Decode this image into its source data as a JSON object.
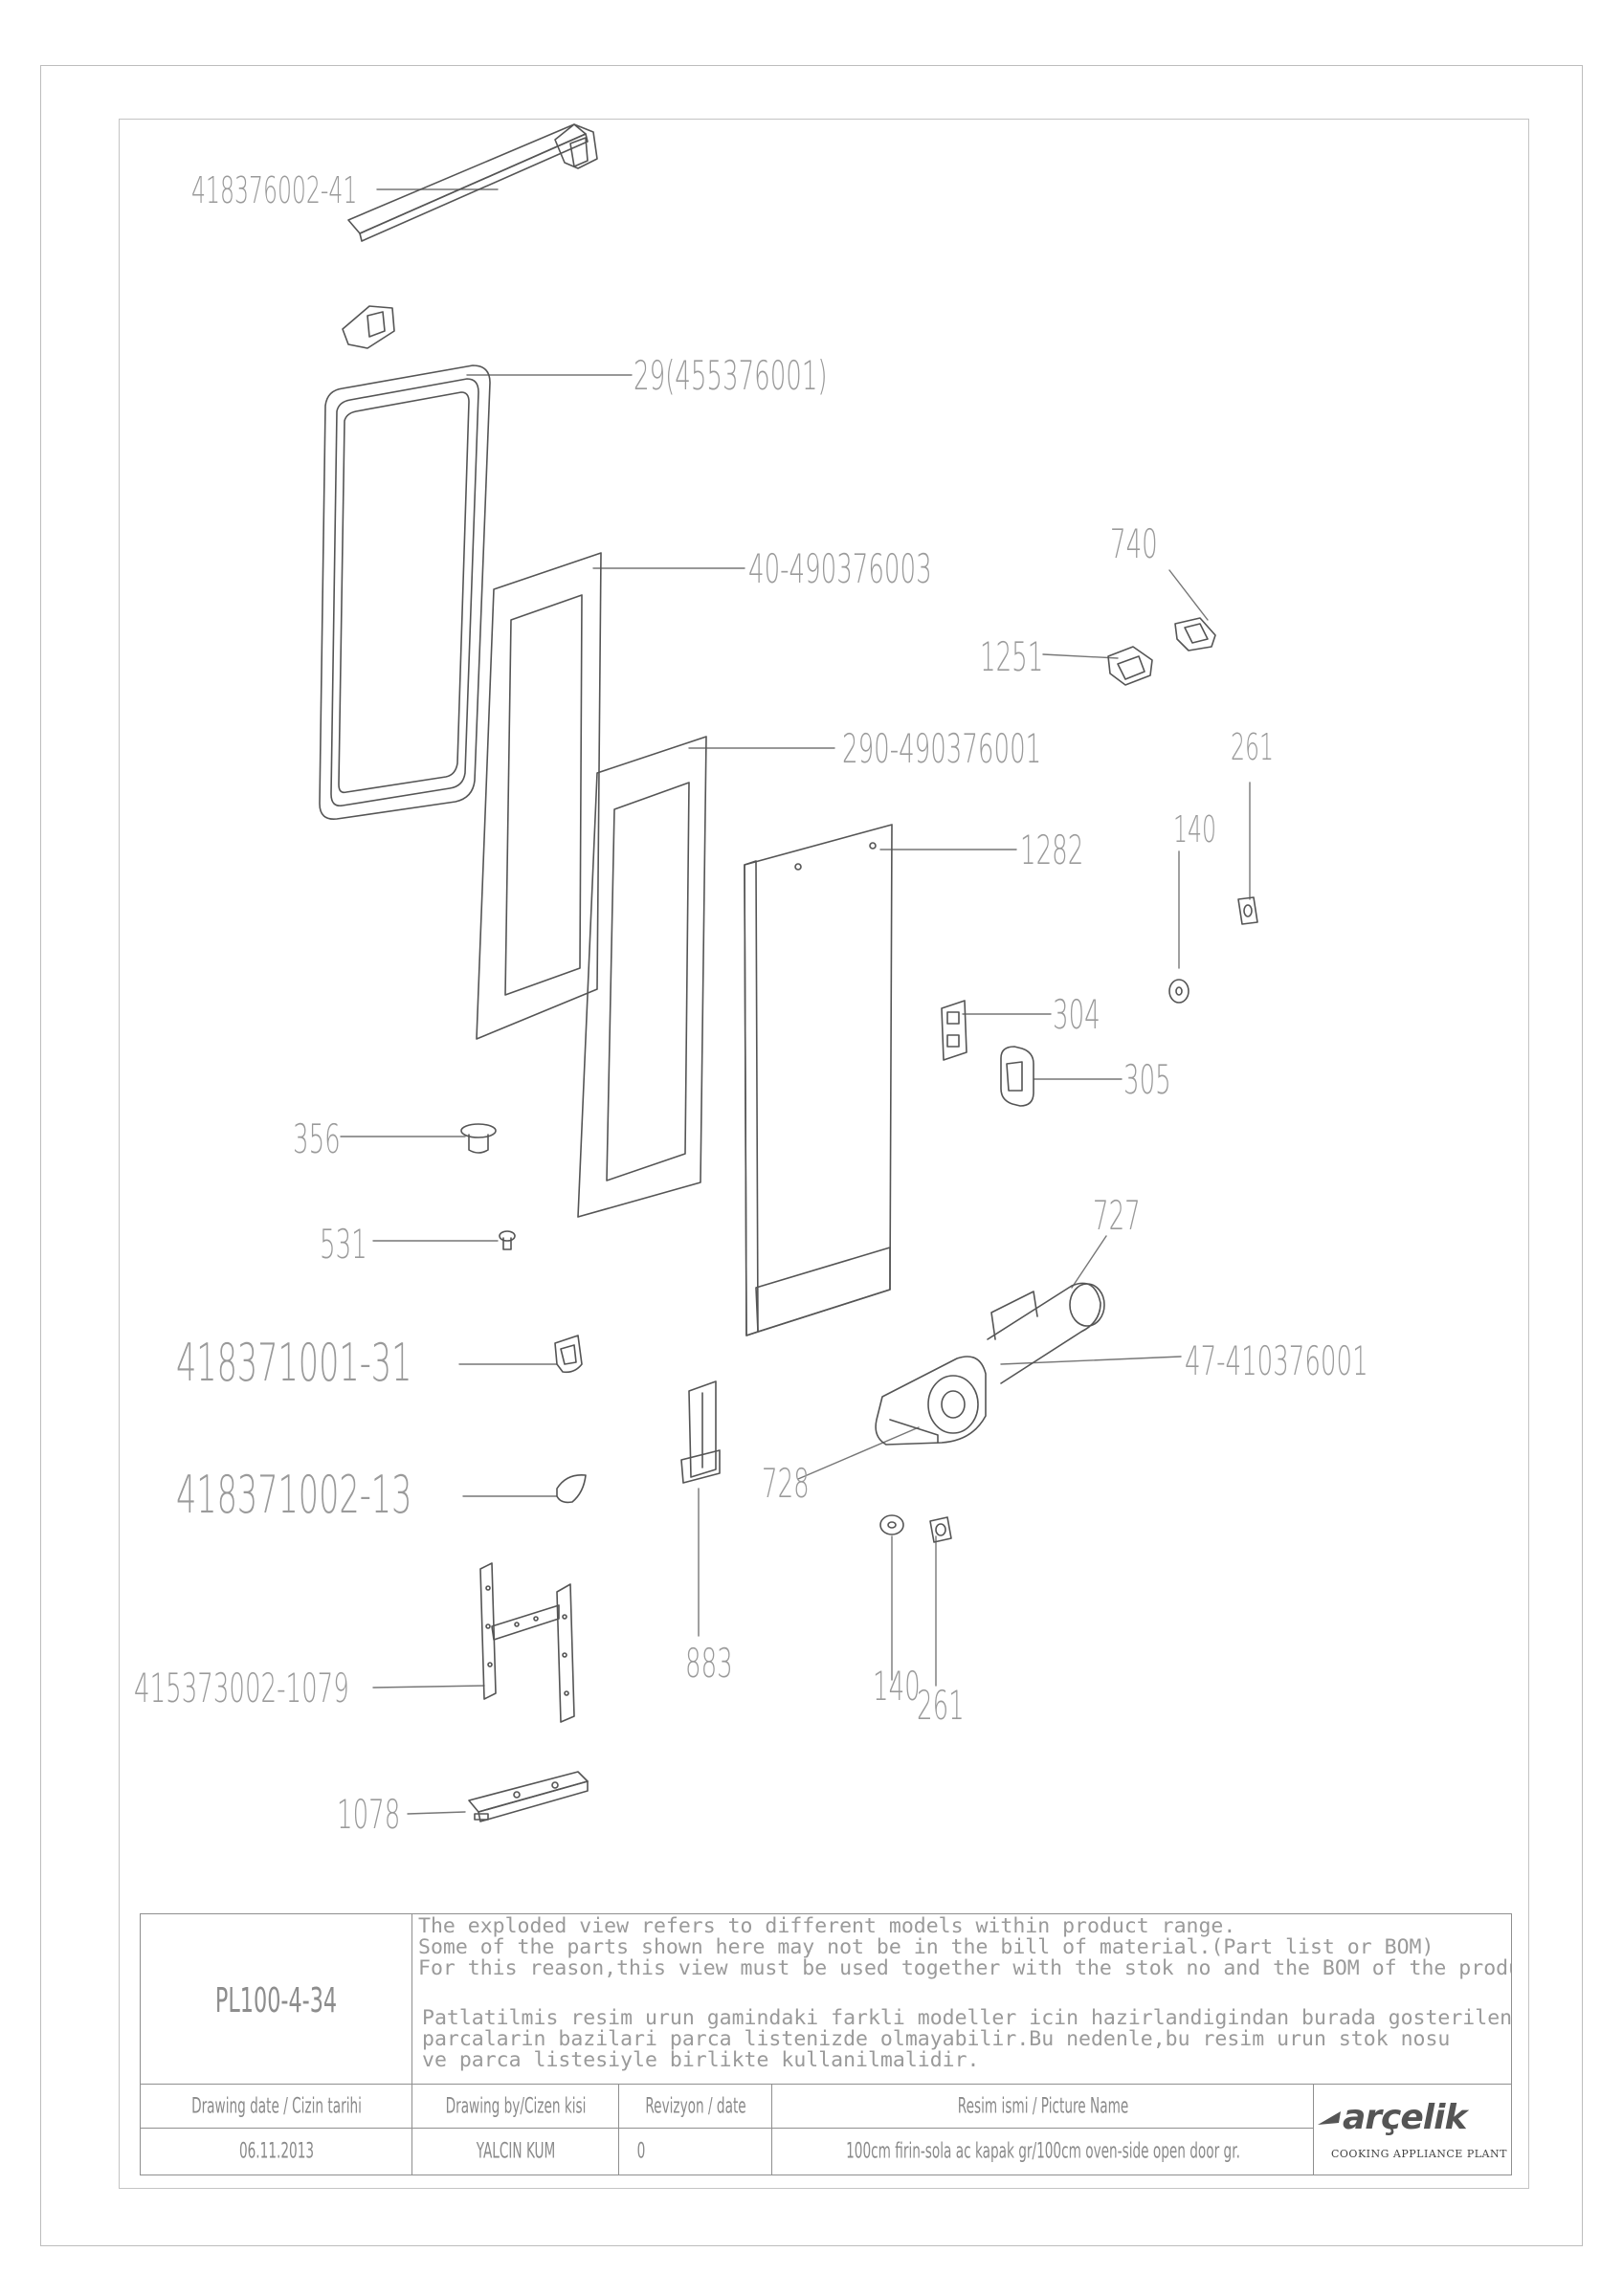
{
  "parts": {
    "p1": "418376002-41",
    "p2": "29(455376001)",
    "p3": "40-490376003",
    "p4": "740",
    "p5": "1251",
    "p6": "290-490376001",
    "p7": "261",
    "p8": "140",
    "p9": "1282",
    "p10": "304",
    "p11": "305",
    "p12": "356",
    "p13": "531",
    "p14": "727",
    "p15": "418371001-31",
    "p16": "47-410376001",
    "p17": "418371002-13",
    "p18": "728",
    "p19": "883",
    "p20": "415373002-1079",
    "p21": "140",
    "p22": "261",
    "p23": "1078"
  },
  "titleblock": {
    "code": "PL100-4-34",
    "note_en": [
      "The exploded view refers to different models within product range.",
      "Some of the parts shown here may not be in the bill of material.(Part list or BOM)",
      "For this reason,this view must be used together with the stok no and the BOM of the product"
    ],
    "note_tr": [
      "Patlatilmis resim urun gamindaki farkli modeller icin hazirlandigindan burada gosterilen",
      "parcalarin bazilari parca listenizde olmayabilir.Bu nedenle,bu resim urun stok nosu",
      "ve parca listesiyle birlikte kullanilmalidir."
    ],
    "headers": {
      "date": "Drawing date / Cizin tarihi",
      "by": "Drawing by/Cizen kisi",
      "rev": "Revizyon / date",
      "name": "Resim ismi / Picture Name"
    },
    "values": {
      "date": "06.11.2013",
      "by": "YALCIN KUM",
      "rev": "0",
      "name": "100cm firin-sola ac kapak gr/100cm oven-side open door gr."
    },
    "logo": {
      "name": "arçelik",
      "sub": "COOKING APPLIANCE PLANT"
    }
  }
}
